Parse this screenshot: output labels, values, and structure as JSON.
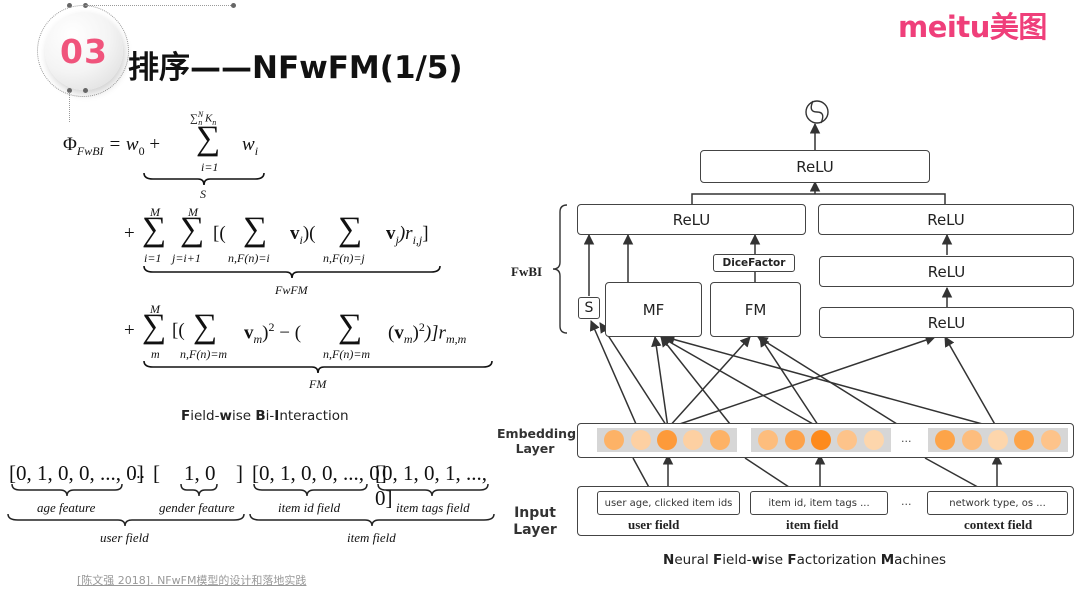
{
  "header": {
    "section_number": "03",
    "title": "排序——NFwFM(1/5)",
    "brand_logo": "meitu美图",
    "brand_color": "#ef3f7a",
    "badge_color": "#f0547c"
  },
  "formula": {
    "lhs": "Φ",
    "lhs_sub": "FwBI",
    "eq": "= w",
    "w0_sub": "0",
    "plus": "+",
    "sum_top_1": "∑",
    "sum_top_1_sup": "N",
    "sum_top_1_sub": "n",
    "sum_top_1_k": "K",
    "sum_top_1_ksub": "n",
    "sigma": "∑",
    "sum_lower_1": "i=1",
    "wi": "w",
    "wi_sub": "i",
    "brace_1_label": "S",
    "line2_plus": "+",
    "M": "M",
    "sum_i1": "i=1",
    "sum_j": "j=i+1",
    "bracket_open": "[(",
    "sum_nfi": "n,F(n)=i",
    "vi": "v",
    "vi_sub": "i",
    "mid": ")(",
    "sum_nfj": "n,F(n)=j",
    "vj": "v",
    "vj_sub": "j",
    "r_ij": ")r",
    "r_ij_sub": "i,j",
    "bracket_close": "]",
    "brace_2_label": "FwFM",
    "line3_plus": "+",
    "sum_m": "m",
    "open3": "[(",
    "sum_nfm": "n,F(n)=m",
    "vm": "v",
    "vm_sub": "m",
    "sq": ")",
    "sq_sup": "2",
    "minus": " − (",
    "vm2": "(v",
    "vm2_sub": "m",
    "vm2_close": ")",
    "vm2_sup": "2",
    "close3": ")]r",
    "r_mm_sub": "m,m",
    "brace_3_label": "FM",
    "caption_parts": [
      "F",
      "ield-",
      "w",
      "ise ",
      "B",
      "i-",
      "I",
      "nteraction"
    ]
  },
  "feature_vector": {
    "age_vector": "[0, 1, 0, 0, ..., 0]",
    "dots": "...",
    "gender_open": "[",
    "gender_vector": "1, 0",
    "gender_close": "]",
    "item_id_vector": "[0, 1, 0, 0, ..., 0]",
    "item_tags_vector": "[0, 1, 0, 1, ..., 0]",
    "labels": {
      "age": "age feature",
      "gender": "gender feature",
      "item_id": "item id field",
      "item_tags": "item tags field",
      "user_field": "user field",
      "item_field": "item field"
    }
  },
  "reference": "[陈文强 2018]. NFwFM模型的设计和落地实践",
  "diagram": {
    "output_symbol": "σ",
    "top_relu": "ReLU",
    "fwbi_relu": "ReLU",
    "right_relu_1": "ReLU",
    "right_relu_2": "ReLU",
    "right_relu_3": "ReLU",
    "fwbi_label": "FwBI",
    "s_box": "S",
    "mf_box": "MF",
    "fm_box": "FM",
    "dice_factor": "DiceFactor",
    "embedding_label": "Embedding\nLayer",
    "embedding_label_line1": "Embedding",
    "embedding_label_line2": "Layer",
    "input_label_line1": "Input",
    "input_label_line2": "Layer",
    "ellipsis": "...",
    "fields": [
      {
        "content": "user age, clicked item ids",
        "name": "user field"
      },
      {
        "content": "item id, item tags ...",
        "name": "item field"
      },
      {
        "content": "network type, os ...",
        "name": "context field"
      }
    ],
    "embedding_colors": [
      [
        "#fdb266",
        "#fdd0a2",
        "#fd9a3a",
        "#fdd0a2",
        "#fdb266"
      ],
      [
        "#fdbd7d",
        "#fda24a",
        "#fd8a1c",
        "#fdc38a",
        "#fdd6ac"
      ],
      [
        "#fda449",
        "#fdbd7d",
        "#fdd6ac",
        "#fda449",
        "#fdc38a"
      ]
    ],
    "caption_parts": [
      "N",
      "eural ",
      "F",
      "ield-",
      "w",
      "ise ",
      "F",
      "actorization ",
      "M",
      "achines"
    ]
  }
}
